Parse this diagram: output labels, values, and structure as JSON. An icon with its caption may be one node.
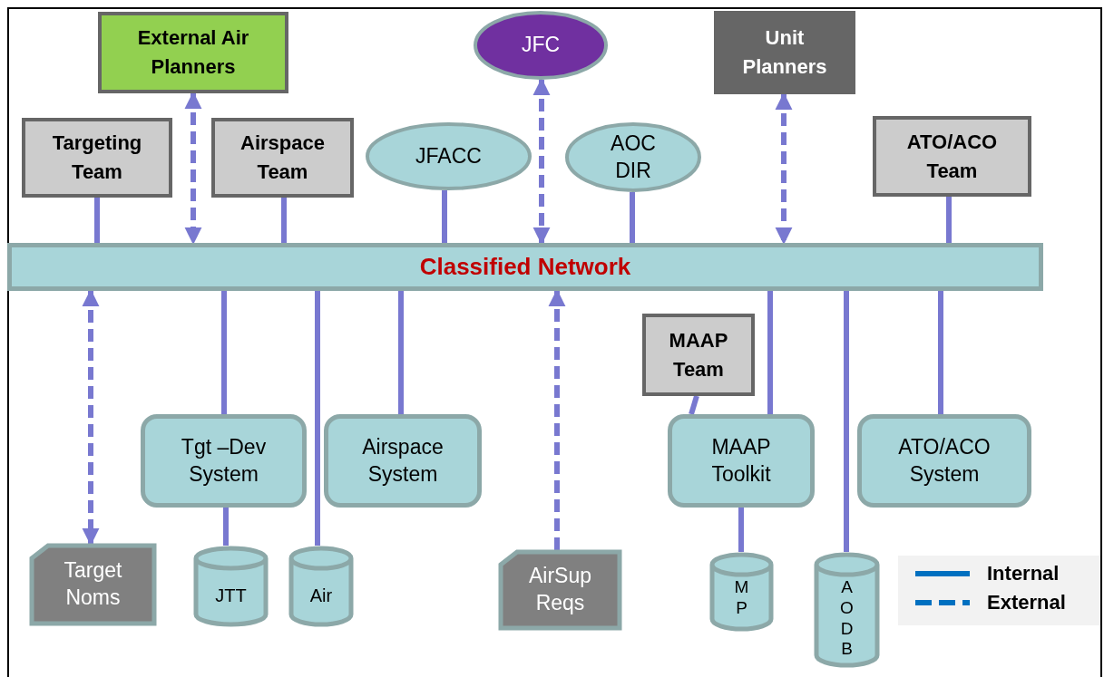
{
  "diagram": {
    "nodes": [
      {
        "text": [
          "External Air Planners"
        ]
      },
      {
        "text": [
          "JFC"
        ]
      },
      {
        "text": [
          "Unit Planners"
        ]
      },
      {
        "text": [
          "Targeting Team"
        ]
      },
      {
        "text": [
          "Airspace Team"
        ]
      },
      {
        "text": [
          "JFACC"
        ]
      },
      {
        "text": [
          "AOC DIR"
        ]
      },
      {
        "text": [
          "ATO/ACO Team"
        ]
      },
      {
        "text": [
          "Classified Network"
        ]
      },
      {
        "text": [
          "MAAP Team"
        ]
      },
      {
        "text": [
          "Tgt –Dev System"
        ]
      },
      {
        "text": [
          "Airspace System"
        ]
      },
      {
        "text": [
          "MAAP Toolkit"
        ]
      },
      {
        "text": [
          "ATO/ACO System"
        ]
      },
      {
        "text": [
          "Target Noms"
        ]
      },
      {
        "text": [
          "JTT"
        ]
      },
      {
        "text": [
          "Air"
        ]
      },
      {
        "text": [
          "AirSup Reqs"
        ]
      },
      {
        "text": [
          "MP"
        ]
      },
      {
        "text": [
          "AODB"
        ]
      }
    ],
    "edges": [
      {
        "from": 3,
        "to": 8,
        "arrow": "none"
      },
      {
        "from": 0,
        "to": 8,
        "arrow": "both",
        "style": "dashed"
      },
      {
        "from": 4,
        "to": 8,
        "arrow": "none"
      },
      {
        "from": 5,
        "to": 8,
        "arrow": "none"
      },
      {
        "from": 1,
        "to": 8,
        "arrow": "both",
        "style": "dashed"
      },
      {
        "from": 6,
        "to": 8,
        "arrow": "none"
      },
      {
        "from": 2,
        "to": 8,
        "arrow": "both",
        "style": "dashed"
      },
      {
        "from": 7,
        "to": 8,
        "arrow": "none"
      },
      {
        "from": 8,
        "to": 14,
        "arrow": "both",
        "style": "dashed"
      },
      {
        "from": 8,
        "to": 10,
        "arrow": "none"
      },
      {
        "from": 8,
        "to": 16,
        "arrow": "none"
      },
      {
        "from": 8,
        "to": 11,
        "arrow": "none"
      },
      {
        "from": 17,
        "to": 8,
        "arrow": "to",
        "style": "dashed"
      },
      {
        "from": 9,
        "to": 12,
        "arrow": "none"
      },
      {
        "from": 8,
        "to": 12,
        "arrow": "none"
      },
      {
        "from": 8,
        "to": 19,
        "arrow": "none"
      },
      {
        "from": 8,
        "to": 13,
        "arrow": "none"
      },
      {
        "from": 10,
        "to": 15,
        "arrow": "none"
      },
      {
        "from": 12,
        "to": 18,
        "arrow": "none"
      }
    ],
    "legend": [
      {
        "text": "Internal"
      },
      {
        "text": "External"
      }
    ]
  }
}
